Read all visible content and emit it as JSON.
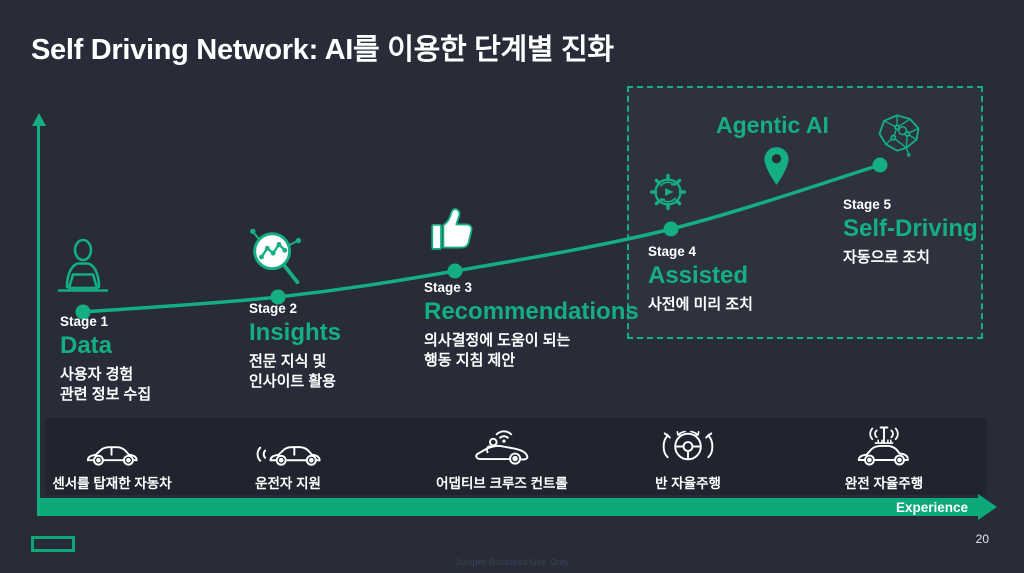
{
  "slide": {
    "title": "Self Driving Network: AI를 이용한 단계별 진화",
    "page_number": "20",
    "footer": "Juniper Business Use Only",
    "x_axis_label": "Experience"
  },
  "agentic": {
    "label": "Agentic AI"
  },
  "stages": [
    {
      "stage": "Stage 1",
      "title": "Data",
      "desc": "사용자 경험\n관련 정보 수집",
      "icon": "person-at-laptop-icon"
    },
    {
      "stage": "Stage 2",
      "title": "Insights",
      "desc": "전문 지식 및\n인사이트 활용",
      "icon": "magnifier-analytics-icon"
    },
    {
      "stage": "Stage 3",
      "title": "Recommendations",
      "desc": "의사결정에 도움이 되는\n행동 지침 제안",
      "icon": "thumbs-up-icon"
    },
    {
      "stage": "Stage 4",
      "title": "Assisted",
      "desc": "사전에 미리 조치",
      "icon": "gear-play-icon"
    },
    {
      "stage": "Stage 5",
      "title": "Self-Driving",
      "desc": "자동으로 조치",
      "icon": "ai-brain-icon"
    }
  ],
  "car_levels": [
    {
      "label": "센서를 탑재한 자동차",
      "icon": "car-icon"
    },
    {
      "label": "운전자 지원",
      "icon": "car-signal-icon"
    },
    {
      "label": "어댑티브 크루즈 컨트롤",
      "icon": "car-driver-wifi-icon"
    },
    {
      "label": "반 자율주행",
      "icon": "steering-wheel-hands-icon"
    },
    {
      "label": "완전 자율주행",
      "icon": "car-antenna-icon"
    }
  ],
  "curve": {
    "points": [
      [
        83,
        312
      ],
      [
        278,
        297
      ],
      [
        455,
        271
      ],
      [
        671,
        229
      ],
      [
        880,
        165
      ]
    ],
    "dot_radius": 7.5
  },
  "colors": {
    "background": "#272C38",
    "accent_green": "#14AE82",
    "bar_green": "#0BA87A"
  }
}
